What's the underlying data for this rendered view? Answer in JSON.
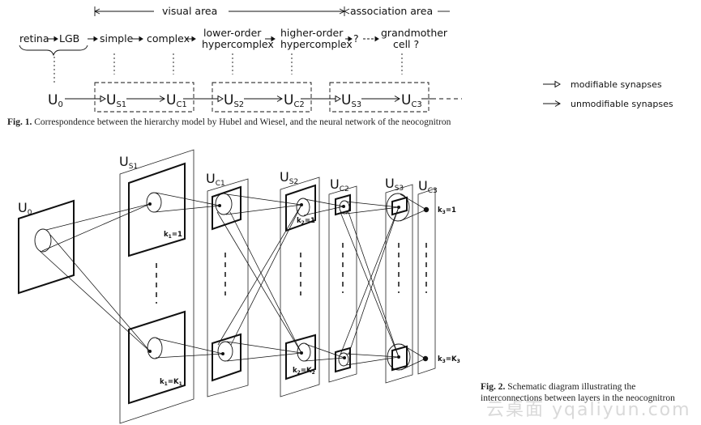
{
  "fig1": {
    "area_labels": {
      "visual": "visual area",
      "association": "association area"
    },
    "hierarchy": [
      "retina",
      "LGB",
      "simple",
      "complex",
      "lower-order",
      "hypercomplex",
      "higher-order",
      "hypercomplex",
      "?",
      "grandmother",
      "cell ?"
    ],
    "layers": [
      {
        "main": "U",
        "sub": "0"
      },
      {
        "main": "U",
        "sub": "S1"
      },
      {
        "main": "U",
        "sub": "C1"
      },
      {
        "main": "U",
        "sub": "S2"
      },
      {
        "main": "U",
        "sub": "C2"
      },
      {
        "main": "U",
        "sub": "S3"
      },
      {
        "main": "U",
        "sub": "C3"
      }
    ],
    "legend": [
      {
        "icon": "open-arrow-icon",
        "label": "modifiable synapses"
      },
      {
        "icon": "line-arrow-icon",
        "label": "unmodifiable synapses"
      }
    ],
    "caption_label": "Fig. 1.",
    "caption_text": "Correspondence between the hierarchy model by Hubel and Wiesel, and the neural network of the neocognitron"
  },
  "fig2": {
    "layers": [
      {
        "main": "U",
        "sub": "0"
      },
      {
        "main": "U",
        "sub": "S1"
      },
      {
        "main": "U",
        "sub": "C1"
      },
      {
        "main": "U",
        "sub": "S2"
      },
      {
        "main": "U",
        "sub": "C2"
      },
      {
        "main": "U",
        "sub": "S3"
      },
      {
        "main": "U",
        "sub": "C3"
      }
    ],
    "plane_labels": [
      {
        "text": "k",
        "sub": "1",
        "rest": "=1"
      },
      {
        "text": "k",
        "sub": "1",
        "rest": "=K",
        "rest_sub": "1"
      },
      {
        "text": "k",
        "sub": "2",
        "rest": "=1"
      },
      {
        "text": "k",
        "sub": "2",
        "rest": "=K",
        "rest_sub": "2"
      },
      {
        "text": "k",
        "sub": "3",
        "rest": "=1"
      },
      {
        "text": "k",
        "sub": "3",
        "rest": "=K",
        "rest_sub": "3"
      }
    ],
    "caption_label": "Fig. 2.",
    "caption_text": "Schematic diagram illustrating the interconnections between layers in the neocognitron"
  },
  "watermark": "云桌面 yqaliyun.com"
}
